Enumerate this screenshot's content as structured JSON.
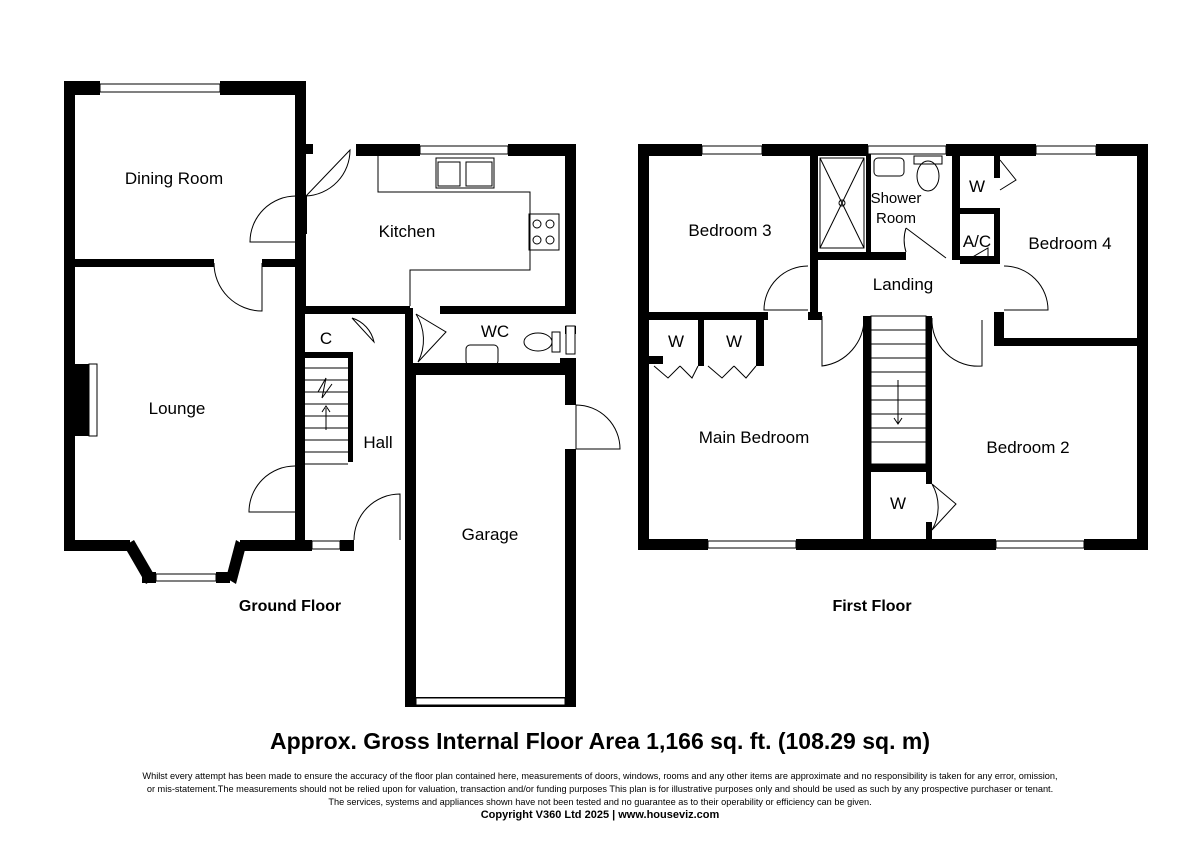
{
  "ground_floor": {
    "label": "Ground Floor",
    "rooms": {
      "dining_room": "Dining Room",
      "kitchen": "Kitchen",
      "lounge": "Lounge",
      "cupboard": "C",
      "wc": "WC",
      "hall": "Hall",
      "garage": "Garage"
    }
  },
  "first_floor": {
    "label": "First Floor",
    "rooms": {
      "bedroom_3": "Bedroom 3",
      "shower_room_line1": "Shower",
      "shower_room_line2": "Room",
      "wardrobe": "W",
      "airing_cupboard": "A/C",
      "bedroom_4": "Bedroom 4",
      "landing": "Landing",
      "main_bedroom": "Main Bedroom",
      "bedroom_2": "Bedroom 2"
    }
  },
  "area_text": "Approx. Gross Internal Floor Area 1,166 sq. ft. (108.29 sq. m)",
  "disclaimer_lines": [
    "Whilst every attempt has been made to ensure the accuracy of the floor plan contained here, measurements of doors, windows, rooms and any other items are approximate and no responsibility is taken for any error, omission,",
    "or mis-statement.The measurements should not be relied upon for valuation, transaction and/or funding purposes This plan is for illustrative purposes only and should be used as such by any prospective purchaser or tenant.",
    "The services, systems and appliances shown have not been tested and no guarantee as to their operability or efficiency can be given."
  ],
  "copyright": "Copyright V360 Ltd 2025 | www.houseviz.com"
}
